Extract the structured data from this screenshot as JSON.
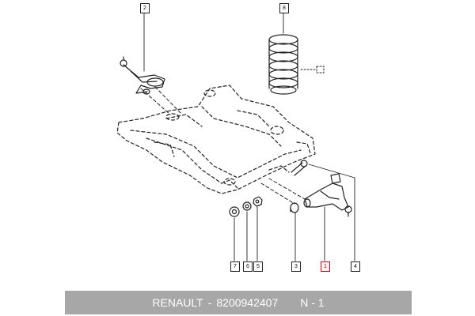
{
  "diagram": {
    "callouts": {
      "c2": "2",
      "c8": "8",
      "c7": "7",
      "c6": "6",
      "c5": "5",
      "c3": "3",
      "c1": "1",
      "c4": "4"
    },
    "highlight_color": "#c0001a"
  },
  "footer": {
    "brand": "RENAULT",
    "separator": "-",
    "part_number": "8200942407",
    "position": "N - 1",
    "background": "#a7a7a7"
  }
}
